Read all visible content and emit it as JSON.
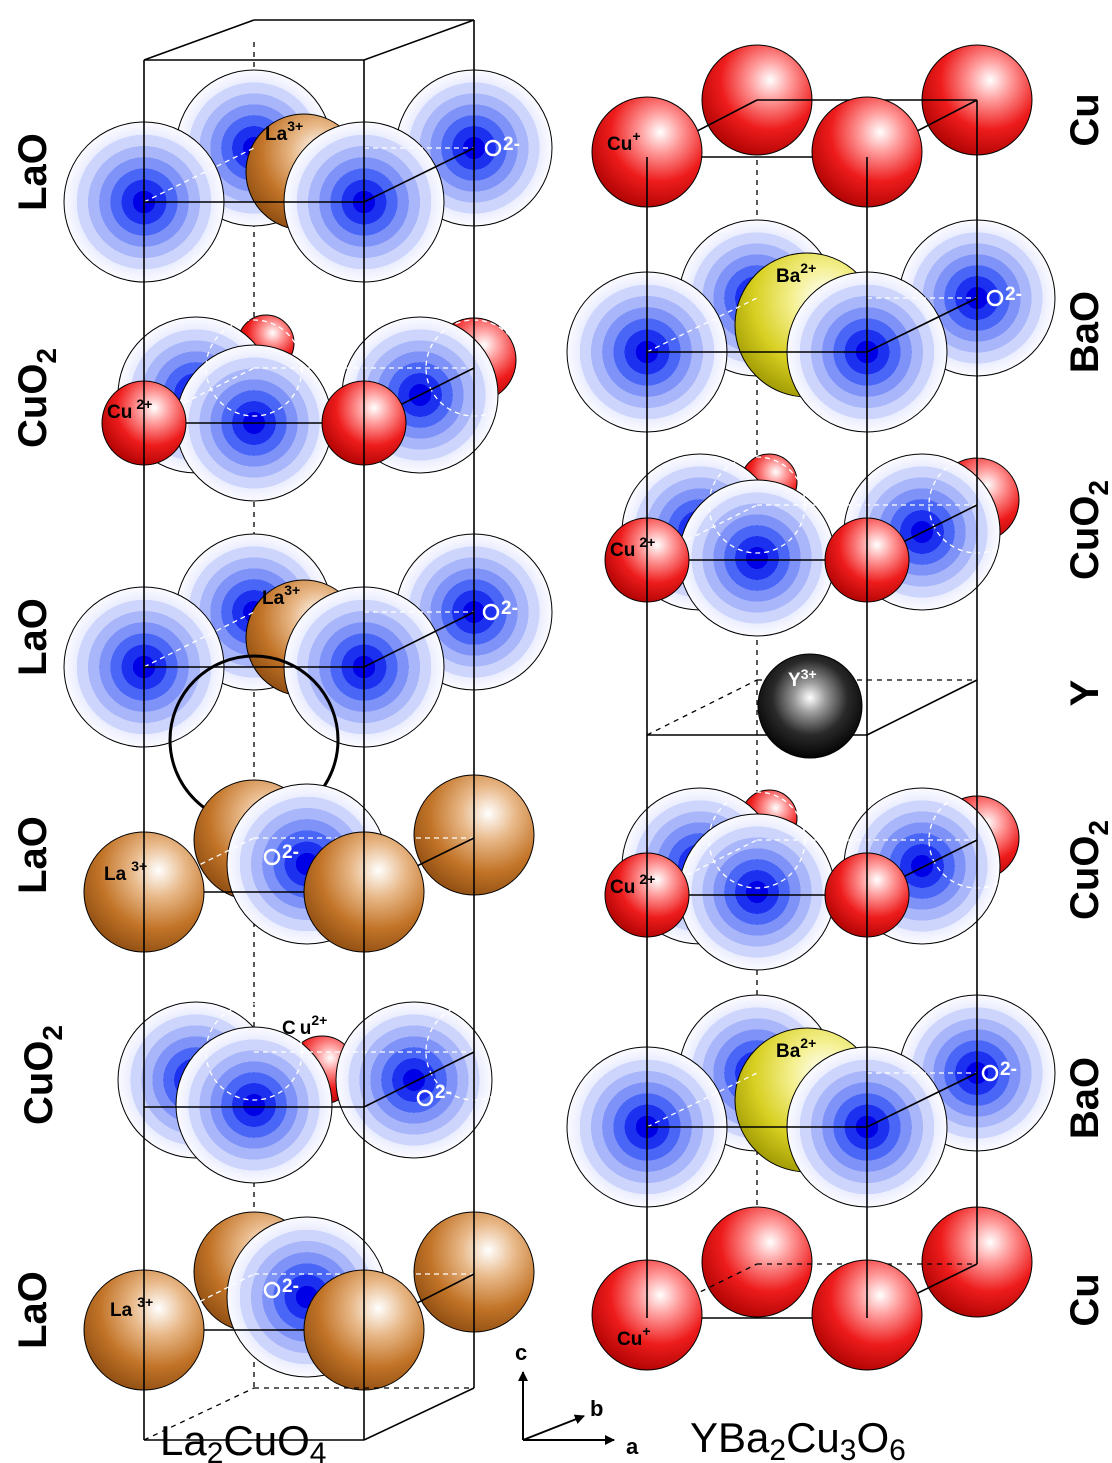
{
  "left_structure": {
    "formula": [
      "La",
      "2",
      "CuO",
      "4"
    ],
    "layers": [
      "LaO",
      "CuO2",
      "LaO",
      "LaO",
      "CuO2",
      "LaO"
    ],
    "ion_labels": {
      "la": "La",
      "la_charge": "3+",
      "o": "O",
      "o_charge": "2-",
      "cu": "Cu",
      "cu_charge": "2+",
      "cu_split_c": "C",
      "cu_split_u": "u"
    }
  },
  "right_structure": {
    "formula": [
      "YBa",
      "2",
      "Cu",
      "3",
      "O",
      "6"
    ],
    "layers": [
      "Cu",
      "BaO",
      "CuO2",
      "Y",
      "CuO2",
      "BaO",
      "Cu"
    ],
    "ion_labels": {
      "cu_plus": "Cu",
      "cu_plus_charge": "+",
      "ba": "Ba",
      "ba_charge": "2+",
      "cu": "Cu",
      "cu_charge": "2+",
      "y": "Y",
      "y_charge": "3+",
      "o": "O",
      "o_charge": "2-"
    }
  },
  "axes": {
    "c": "c",
    "b": "b",
    "a": "a"
  },
  "colors": {
    "oxygen_center": "#0000e6",
    "copper": "#e01010",
    "lanthanum": "#c07020",
    "barium": "#d8d020",
    "yttrium": "#1a1a1a"
  }
}
